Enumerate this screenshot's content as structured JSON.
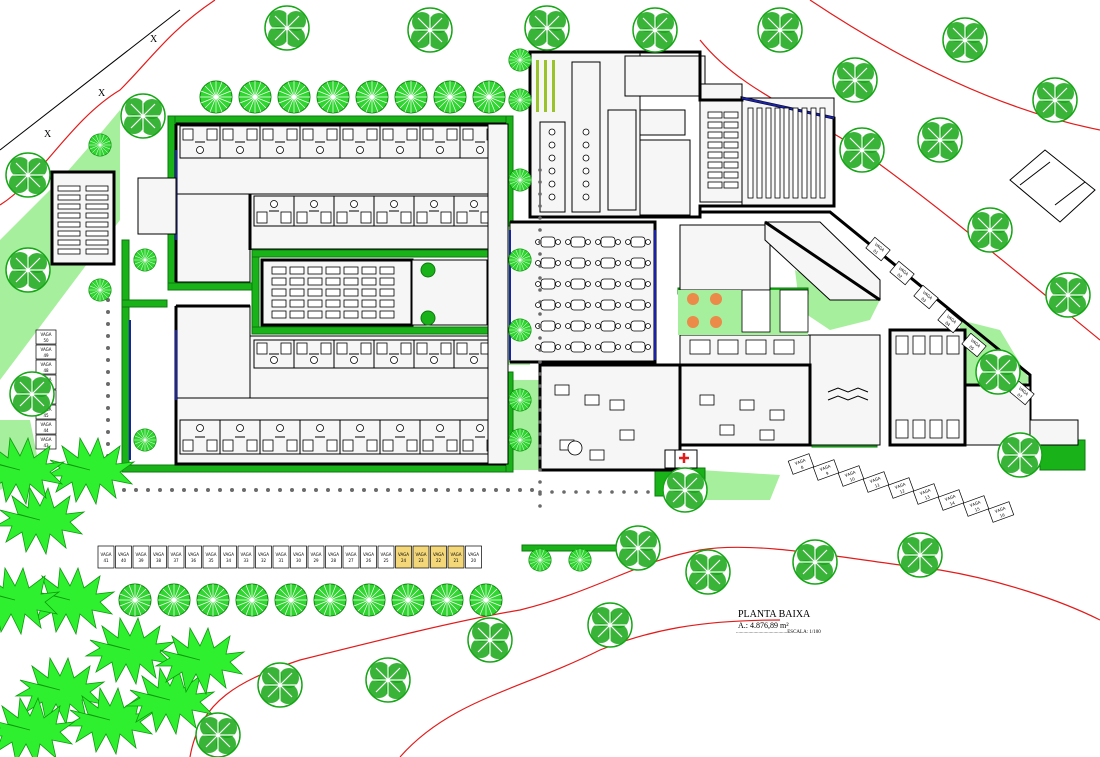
{
  "title_block": {
    "title": "PLANTA BAIXA",
    "area": "A.: 4.876,89 m²",
    "scale": ".........................................ESCALA: 1/100"
  },
  "fence_marker": "X",
  "parking": {
    "label": "VAGA",
    "bottom_row": [
      "41",
      "40",
      "39",
      "38",
      "37",
      "36",
      "35",
      "34",
      "33",
      "32",
      "31",
      "30",
      "29",
      "28",
      "27",
      "26",
      "25",
      "24",
      "23",
      "22",
      "21",
      "20"
    ],
    "highlighted": [
      "24",
      "23",
      "22",
      "21"
    ],
    "left_column": [
      "50",
      "49",
      "48",
      "47",
      "46",
      "45",
      "44",
      "43"
    ],
    "right_row": [
      "16",
      "15",
      "14",
      "13",
      "12",
      "11",
      "10",
      "9",
      "8"
    ],
    "diagonal": [
      "01",
      "02",
      "03",
      "04",
      "05",
      "06",
      "07"
    ]
  },
  "colors": {
    "hedge": "#19b319",
    "lawn": "#a6ef9c",
    "terrain_line": "#e31b1b",
    "tree": "#16a716",
    "wall": "#000000",
    "glazing": "#1a22a8",
    "highlight_stall": "#f3d779"
  },
  "icons": {
    "ambulance": "ambulance-icon",
    "tree": "tree-icon",
    "palm": "palm-tree-icon"
  }
}
